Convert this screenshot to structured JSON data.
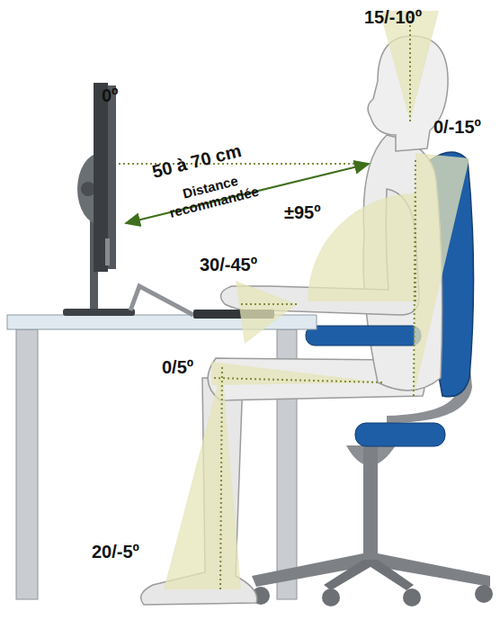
{
  "diagram": {
    "labels": [
      "15/-10º",
      "0º",
      "50 à 70 cm",
      "Distance recommandée",
      "0/-15º",
      "±95º",
      "30/-45º",
      "0/5º",
      "20/-5º"
    ]
  }
}
